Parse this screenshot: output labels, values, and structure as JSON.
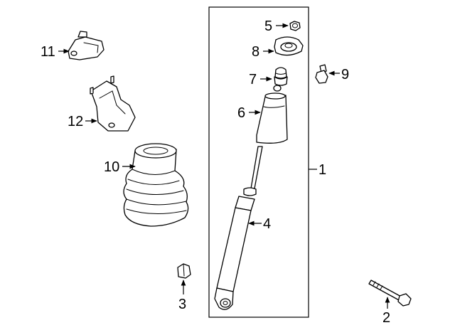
{
  "callouts": {
    "p1": "1",
    "p2": "2",
    "p3": "3",
    "p4": "4",
    "p5": "5",
    "p6": "6",
    "p7": "7",
    "p8": "8",
    "p9": "9",
    "p10": "10",
    "p11": "11",
    "p12": "12"
  },
  "parts": [
    {
      "callout": "1",
      "icon": "shock-absorber-assembly-frame-icon"
    },
    {
      "callout": "2",
      "icon": "bolt-icon"
    },
    {
      "callout": "3",
      "icon": "nut-icon"
    },
    {
      "callout": "4",
      "icon": "shock-absorber-icon"
    },
    {
      "callout": "5",
      "icon": "upper-nut-icon"
    },
    {
      "callout": "6",
      "icon": "dust-boot-icon"
    },
    {
      "callout": "7",
      "icon": "bump-stop-icon"
    },
    {
      "callout": "8",
      "icon": "upper-mount-icon"
    },
    {
      "callout": "9",
      "icon": "mount-bolt-icon"
    },
    {
      "callout": "10",
      "icon": "bellows-boot-icon"
    },
    {
      "callout": "11",
      "icon": "mount-bracket-icon"
    },
    {
      "callout": "12",
      "icon": "upper-bracket-icon"
    }
  ]
}
